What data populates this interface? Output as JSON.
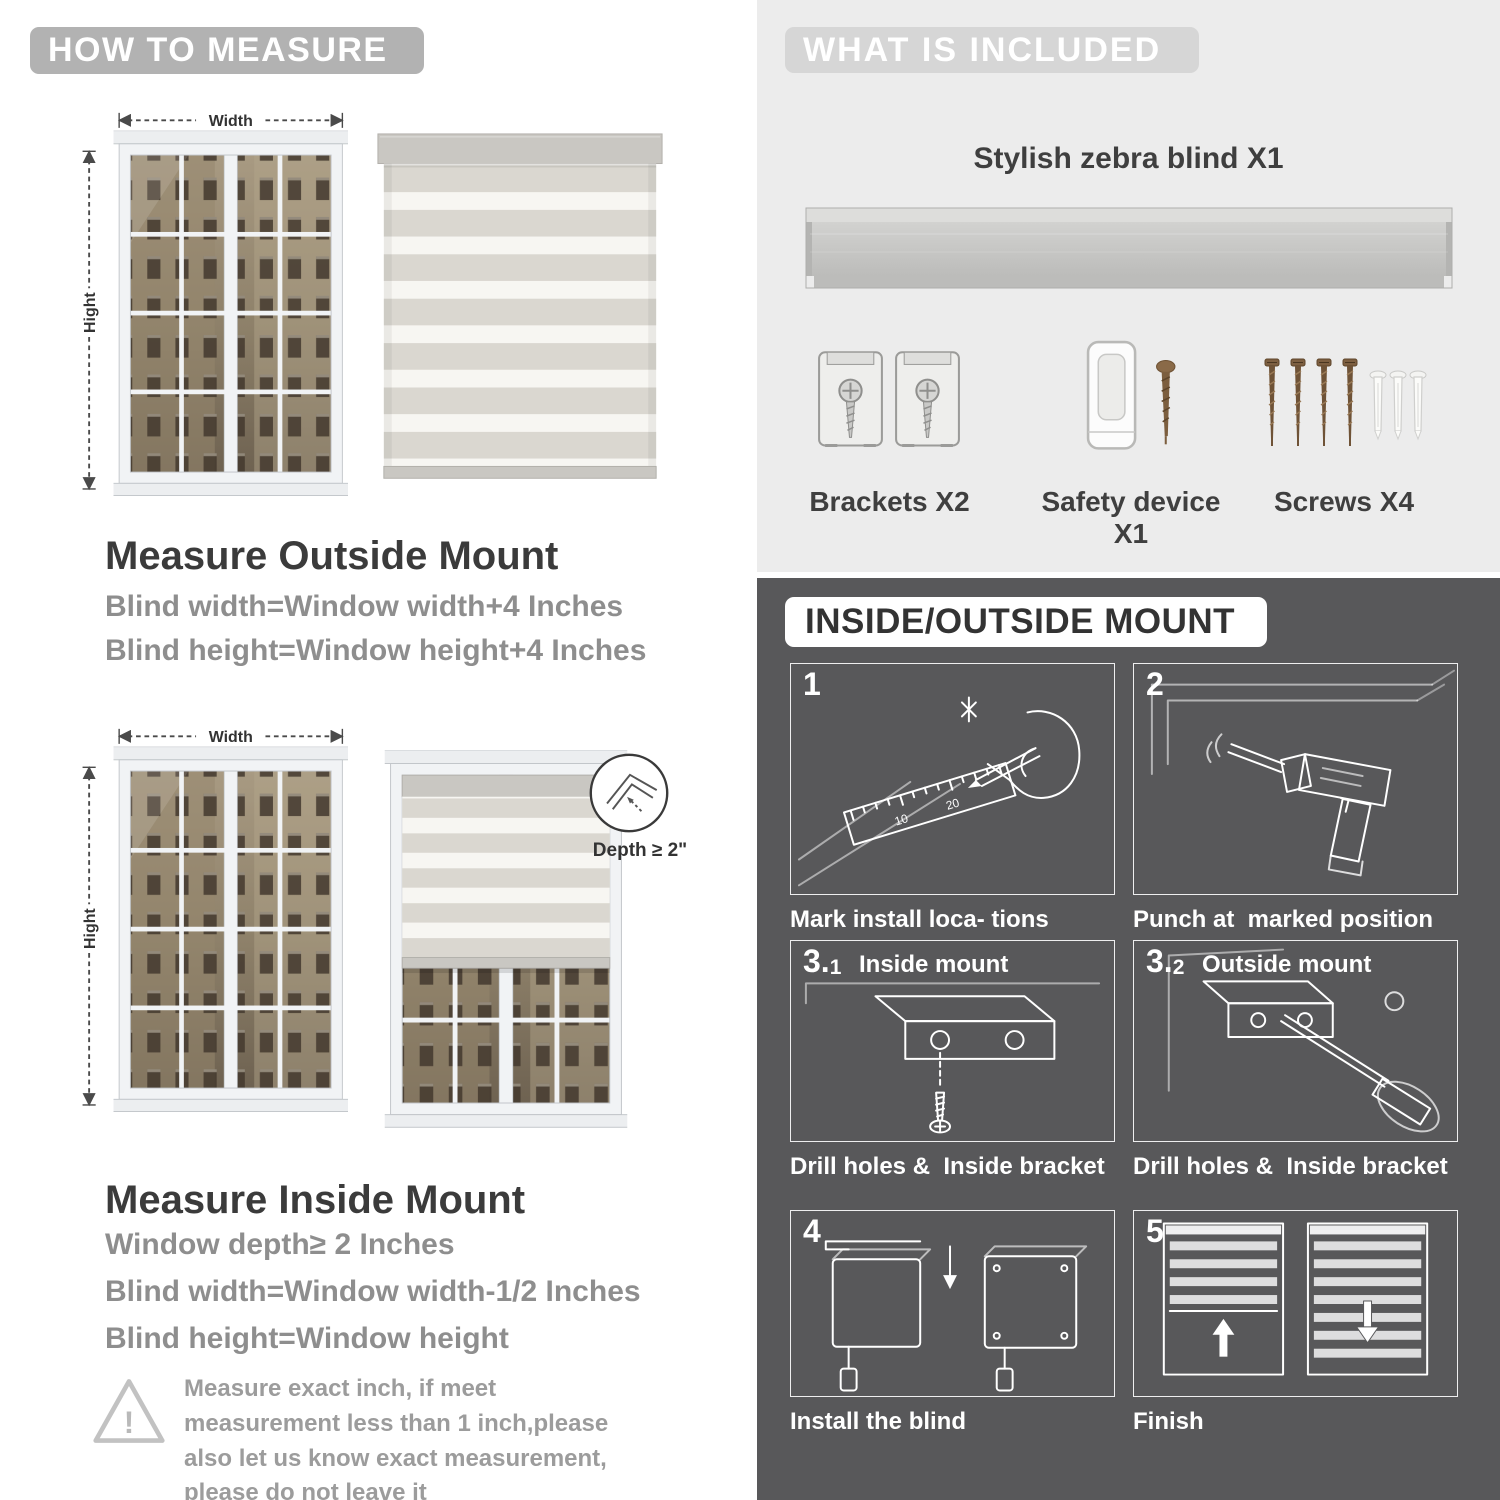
{
  "left": {
    "header": "HOW TO MEASURE",
    "outside": {
      "width_label": "Width",
      "height_label": "Hight",
      "title": "Measure Outside Mount",
      "lines": [
        "Blind width=Window width+4 Inches",
        "Blind height=Window height+4 Inches"
      ]
    },
    "inside": {
      "width_label": "Width",
      "height_label": "Hight",
      "depth_label": "Depth ≥ 2\"",
      "title": "Measure Inside Mount",
      "lines": [
        "Window depth≥ 2 Inches",
        "Blind width=Window width-1/2 Inches",
        "Blind height=Window height"
      ]
    },
    "warning": {
      "mark": "!",
      "text": "Measure exact inch, if meet measurement less than 1 inch,please also let us know exact measurement, please do not leave it"
    }
  },
  "included": {
    "header": "WHAT IS INCLUDED",
    "product_label": "Stylish zebra blind X1",
    "items": [
      {
        "label": "Brackets X2"
      },
      {
        "label": "Safety device X1"
      },
      {
        "label": "Screws X4"
      }
    ]
  },
  "mount": {
    "header": "INSIDE/OUTSIDE MOUNT",
    "ruler_numbers": [
      "10",
      "20"
    ],
    "steps": [
      {
        "num_main": "1",
        "num_sub": "",
        "sub_label": "",
        "caption": "Mark install loca- tions"
      },
      {
        "num_main": "2",
        "num_sub": "",
        "sub_label": "",
        "caption": "Punch at  marked position"
      },
      {
        "num_main": "3.",
        "num_sub": "1",
        "sub_label": "Inside mount",
        "caption": "Drill holes &  Inside bracket"
      },
      {
        "num_main": "3.",
        "num_sub": "2",
        "sub_label": "Outside mount",
        "caption": "Drill holes &  Inside bracket"
      },
      {
        "num_main": "4",
        "num_sub": "",
        "sub_label": "",
        "caption": "Install the blind"
      },
      {
        "num_main": "5",
        "num_sub": "",
        "sub_label": "",
        "caption": "Finish"
      }
    ]
  },
  "colors": {
    "left_pill": "#b2b2b2",
    "included_bg": "#ececec",
    "included_pill": "#d6d6d6",
    "mount_bg": "#58585a",
    "heading_text": "#3b3b3b",
    "formula_text": "#8e8e8e"
  }
}
